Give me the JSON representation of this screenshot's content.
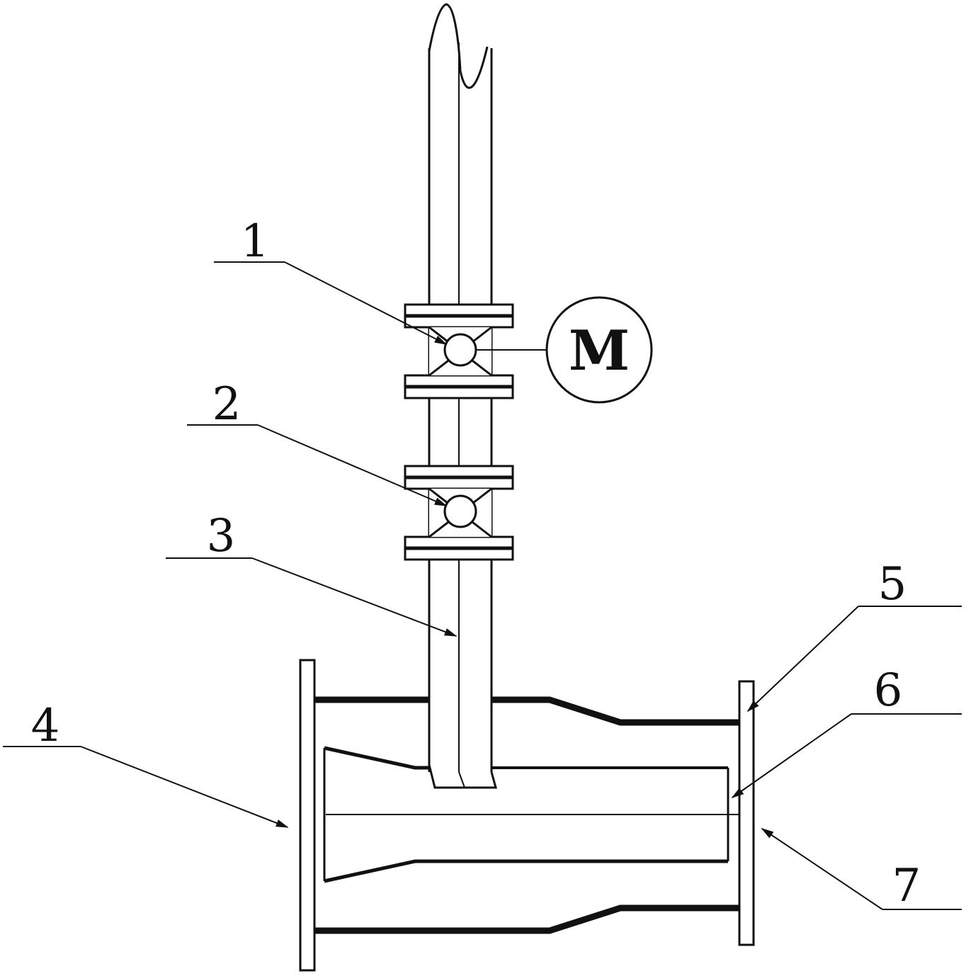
{
  "diagram": {
    "motor_label": "M",
    "callouts": [
      {
        "id": "1",
        "text": "1"
      },
      {
        "id": "2",
        "text": "2"
      },
      {
        "id": "3",
        "text": "3"
      },
      {
        "id": "4",
        "text": "4"
      },
      {
        "id": "5",
        "text": "5"
      },
      {
        "id": "6",
        "text": "6"
      },
      {
        "id": "7",
        "text": "7"
      }
    ]
  }
}
